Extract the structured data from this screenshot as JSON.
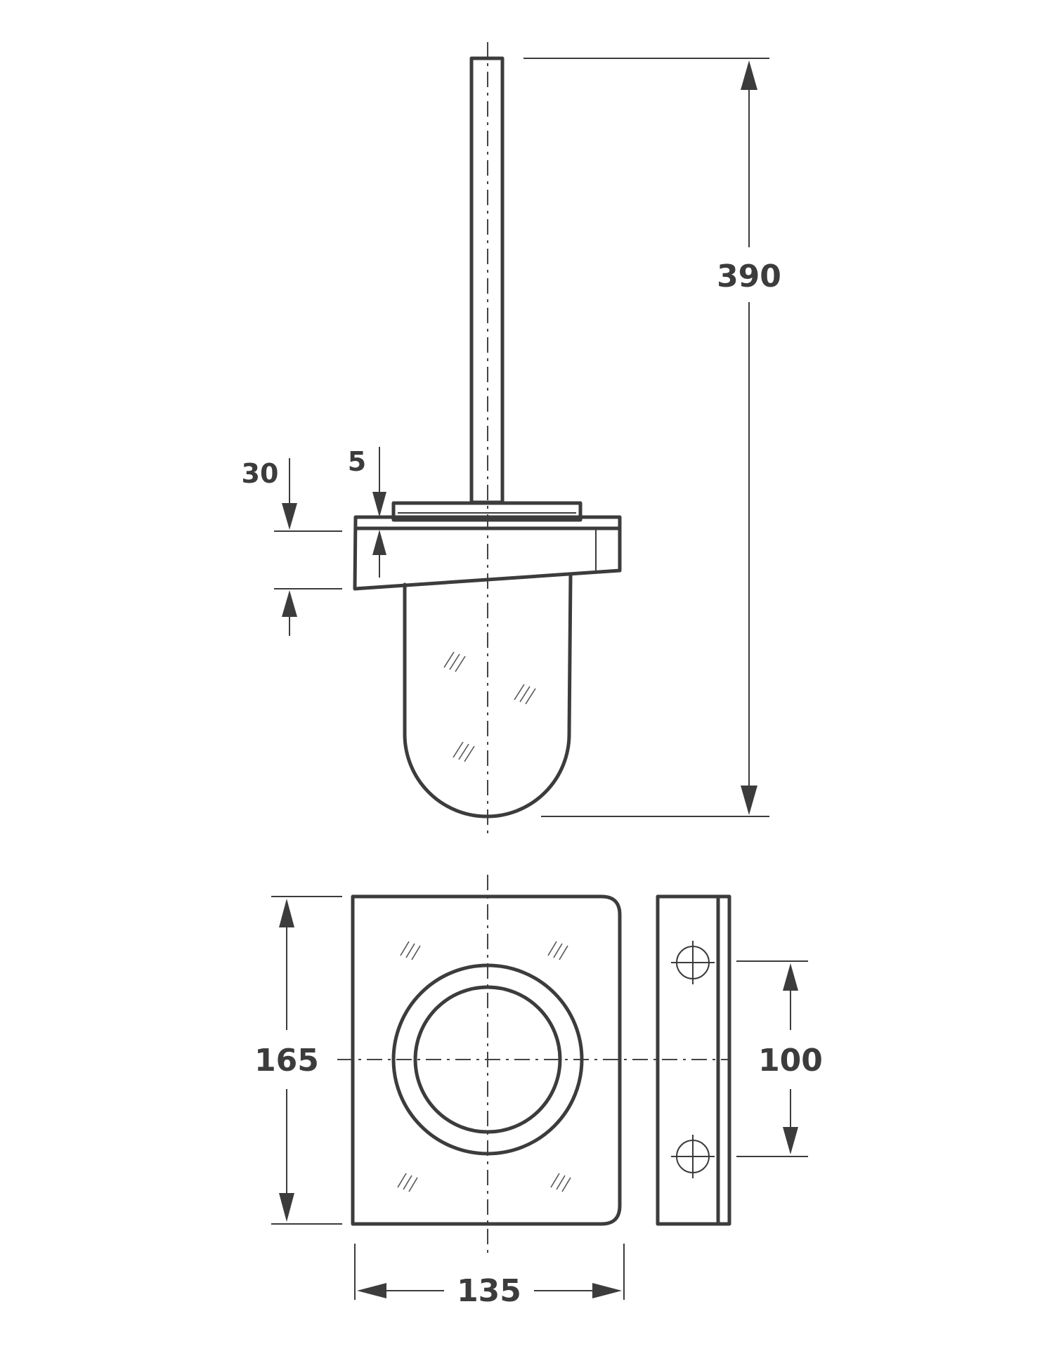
{
  "dimensions": {
    "total_height": "390",
    "holder_height": "30",
    "lid_thickness": "5",
    "plate_height": "165",
    "plate_width": "135",
    "hole_spacing": "100"
  }
}
